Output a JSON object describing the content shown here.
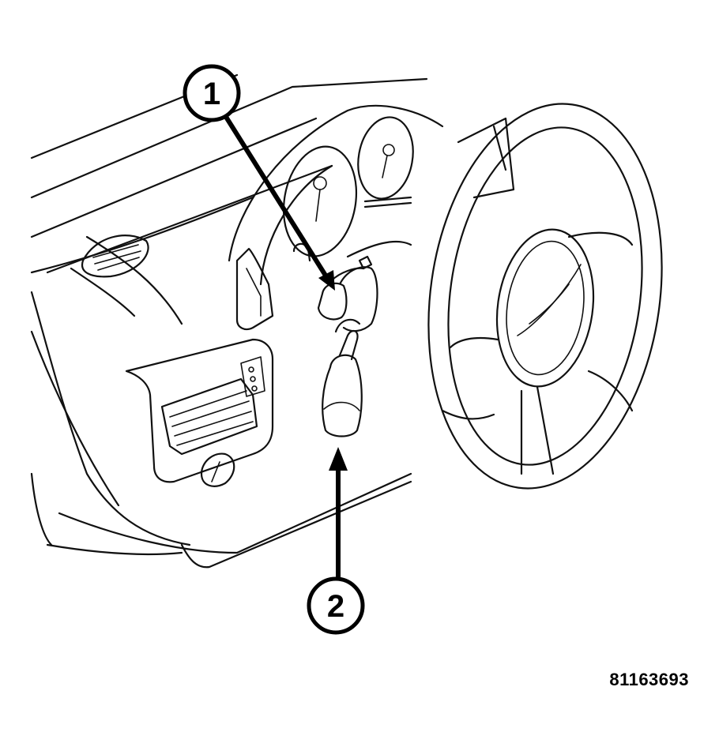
{
  "callouts": [
    {
      "label": "1"
    },
    {
      "label": "2"
    }
  ],
  "figure_id": "81163693",
  "colors": {
    "ink": "#000000",
    "paper": "#ffffff"
  }
}
